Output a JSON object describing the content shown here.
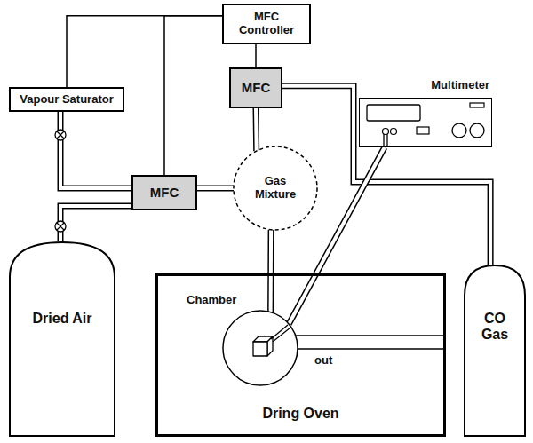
{
  "diagram": {
    "nodes": [
      {
        "text": [
          "MFC Controller"
        ]
      },
      {
        "text": [
          "Vapour Saturator"
        ]
      },
      {
        "text": [
          "MFC"
        ]
      },
      {
        "text": [
          "Multimeter"
        ]
      },
      {
        "text": [
          "MFC"
        ]
      },
      {
        "text": [
          "Gas Mixture"
        ]
      },
      {
        "text": [
          "Dring Oven"
        ]
      },
      {
        "text": [
          "Chamber"
        ],
        "in": 6
      },
      {
        "text": [
          "Dried Air"
        ]
      },
      {
        "text": [
          "CO Gas"
        ]
      }
    ],
    "edges": [
      {
        "from": 0,
        "to": 1,
        "arrow": "none"
      },
      {
        "from": 0,
        "to": 4,
        "arrow": "none"
      },
      {
        "from": 0,
        "to": 2,
        "arrow": "none"
      },
      {
        "from": 1,
        "to": 4,
        "arrow": "none"
      },
      {
        "from": 8,
        "to": 4,
        "arrow": "none"
      },
      {
        "from": 4,
        "to": 5,
        "arrow": "none"
      },
      {
        "from": 2,
        "to": 5,
        "arrow": "none"
      },
      {
        "from": 2,
        "to": 9,
        "arrow": "none"
      },
      {
        "from": 5,
        "to": 7,
        "arrow": "none"
      },
      {
        "from": 3,
        "to": 7,
        "arrow": "none"
      }
    ],
    "labels": [
      "out"
    ]
  }
}
